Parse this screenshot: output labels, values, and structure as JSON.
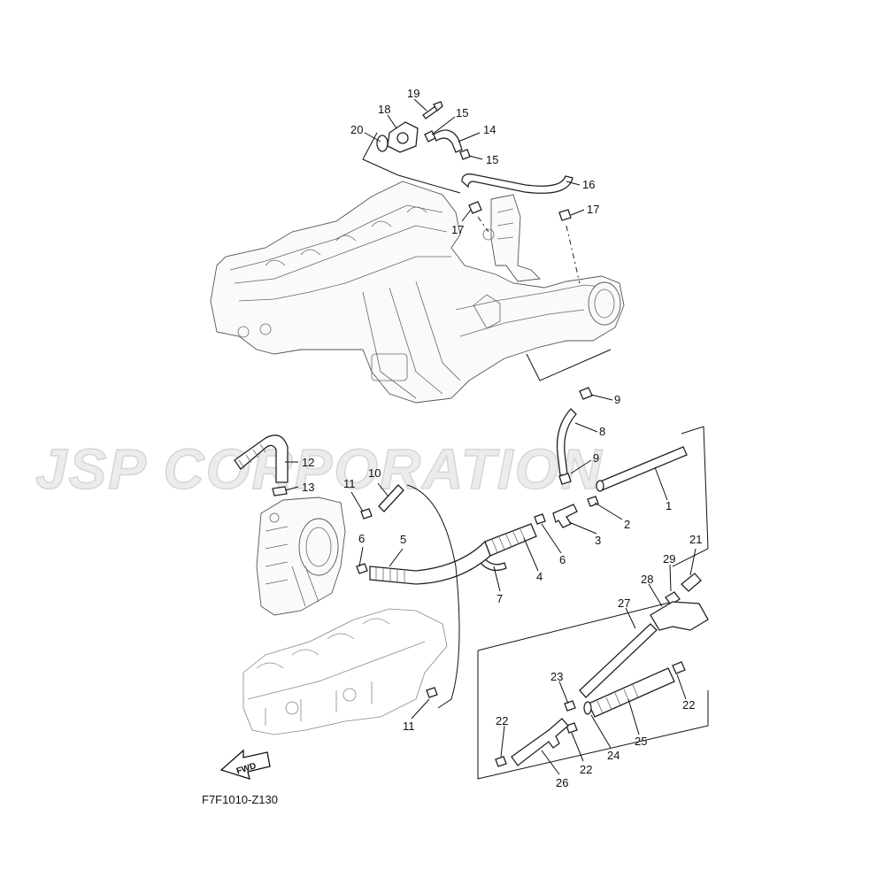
{
  "watermark": "JSP CORPORATION",
  "diagram_code": "F7F1010-Z130",
  "fwd_label": "FWD",
  "callouts": {
    "c19": "19",
    "c18": "18",
    "c15a": "15",
    "c20": "20",
    "c14": "14",
    "c15b": "15",
    "c16": "16",
    "c17a": "17",
    "c17b": "17",
    "c9a": "9",
    "c8": "8",
    "c9b": "9",
    "c12": "12",
    "c10": "10",
    "c13": "13",
    "c11a": "11",
    "c1": "1",
    "c2": "2",
    "c3": "3",
    "c6a": "6",
    "c5": "5",
    "c6b": "6",
    "c4": "4",
    "c7": "7",
    "c21": "21",
    "c29": "29",
    "c28": "28",
    "c27": "27",
    "c23": "23",
    "c22a": "22",
    "c22b": "22",
    "c22c": "22",
    "c24": "24",
    "c25": "25",
    "c26": "26",
    "c11b": "11"
  }
}
